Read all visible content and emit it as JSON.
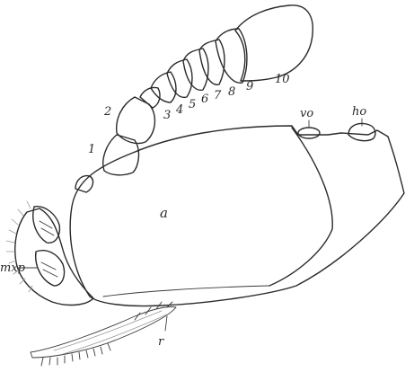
{
  "figure": {
    "labels": {
      "a": "a",
      "vo": "vo",
      "ho": "ho",
      "mxp": "mxp",
      "r": "r",
      "segments": [
        "1",
        "2",
        "3",
        "4",
        "5",
        "6",
        "7",
        "8",
        "9",
        "10"
      ]
    }
  }
}
